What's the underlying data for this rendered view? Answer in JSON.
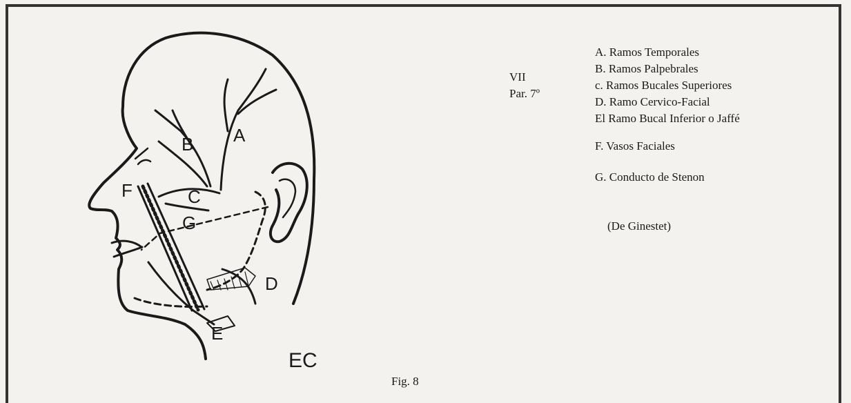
{
  "nerve_label": {
    "line1": "VII",
    "line2": "Par. 7º"
  },
  "legend": [
    "A. Ramos Temporales",
    "B. Ramos Palpebrales",
    "c. Ramos Bucales Superiores",
    "D. Ramo Cervico-Facial",
    "El Ramo Bucal Inferior o Jaffé",
    "F. Vasos Faciales",
    "G. Conducto de Stenon"
  ],
  "source": "(De Ginestet)",
  "caption": "Fig. 8",
  "illustration": {
    "labels": {
      "a": "A",
      "b": "B",
      "c": "C",
      "d": "D",
      "e": "E",
      "f": "F",
      "g": "G",
      "initials": "EC"
    }
  }
}
